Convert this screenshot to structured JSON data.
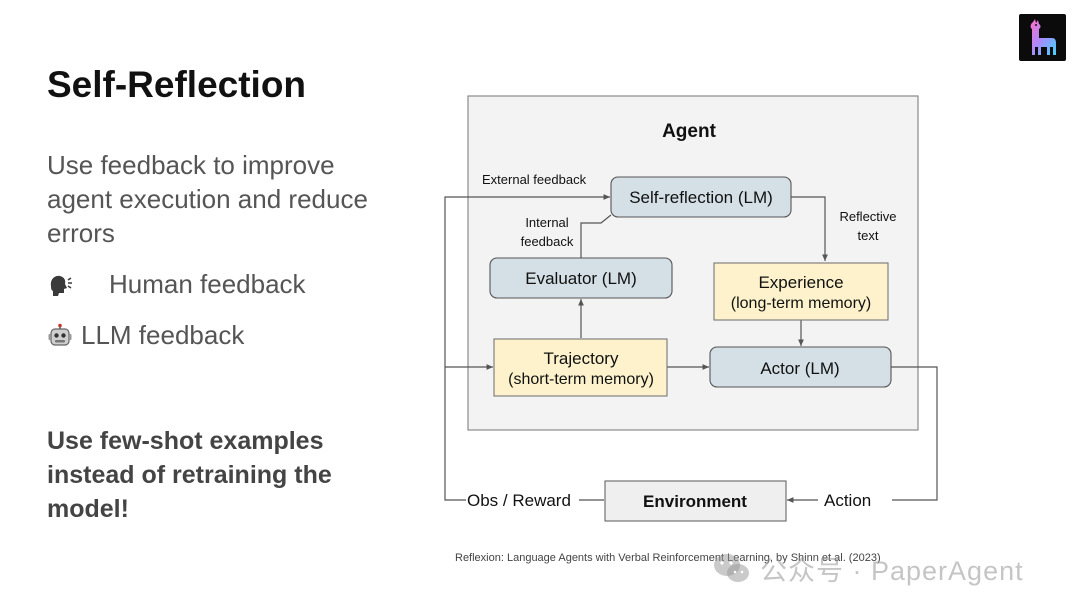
{
  "slide": {
    "title": "Self-Reflection",
    "subtitle": "Use feedback to improve agent execution and reduce errors",
    "bullets": [
      {
        "icon": "speaking-head-icon",
        "label": "Human feedback"
      },
      {
        "icon": "robot-icon",
        "label": "LLM feedback"
      }
    ],
    "callout": "Use few-shot examples instead of retraining the model!",
    "citation": "Reflexion: Language Agents with Verbal Reinforcement Learning, by Shinn et al. (2023)",
    "watermark": "公众号 · PaperAgent"
  },
  "diagram": {
    "agent_label": "Agent",
    "nodes": {
      "self_reflection": "Self-reflection (LM)",
      "evaluator": "Evaluator (LM)",
      "experience_line1": "Experience",
      "experience_line2": "(long-term memory)",
      "trajectory_line1": "Trajectory",
      "trajectory_line2": "(short-term memory)",
      "actor": "Actor (LM)",
      "environment": "Environment"
    },
    "edge_labels": {
      "external_feedback": "External feedback",
      "internal_feedback_line1": "Internal",
      "internal_feedback_line2": "feedback",
      "reflective_text_line1": "Reflective",
      "reflective_text_line2": "text",
      "obs_reward": "Obs / Reward",
      "action": "Action"
    },
    "colors": {
      "lm_node_fill": "#d4e0e6",
      "memory_node_fill": "#fdf2cc",
      "agent_panel_fill": "#f3f3f3",
      "environment_fill": "#efefef",
      "edge": "#555555"
    }
  }
}
